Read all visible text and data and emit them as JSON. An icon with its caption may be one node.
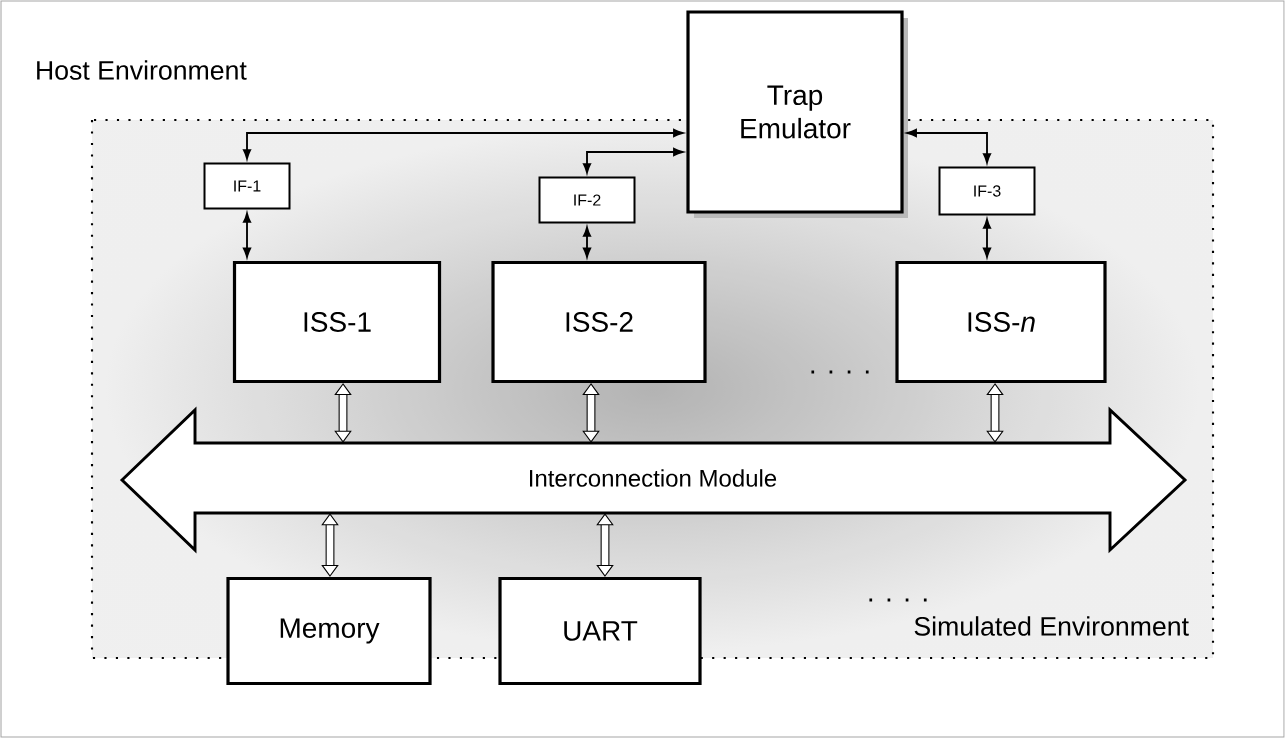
{
  "diagram": {
    "nodes": [
      {
        "text": [
          "Host Environment"
        ]
      },
      {
        "text": [
          "Simulated Environment"
        ],
        "in": 0
      },
      {
        "text": [
          "Trap Emulator"
        ],
        "in": 0
      },
      {
        "text": [
          "IF-1"
        ],
        "in": 1
      },
      {
        "text": [
          "IF-2"
        ],
        "in": 1
      },
      {
        "text": [
          "IF-3"
        ],
        "in": 1
      },
      {
        "text": [
          "ISS-1"
        ],
        "in": 1
      },
      {
        "text": [
          "ISS-2"
        ],
        "in": 1
      },
      {
        "text": [
          "ISS-*n*"
        ],
        "in": 1
      },
      {
        "text": [
          "Interconnection Module"
        ],
        "in": 1
      },
      {
        "text": [
          "Memory"
        ],
        "in": 0
      },
      {
        "text": [
          "UART"
        ],
        "in": 0
      }
    ],
    "edges": [
      {
        "from": 3,
        "to": 2,
        "arrow": "both"
      },
      {
        "from": 4,
        "to": 2,
        "arrow": "both"
      },
      {
        "from": 5,
        "to": 2,
        "arrow": "both"
      },
      {
        "from": 3,
        "to": 6,
        "arrow": "both"
      },
      {
        "from": 4,
        "to": 7,
        "arrow": "both"
      },
      {
        "from": 5,
        "to": 8,
        "arrow": "both"
      },
      {
        "from": 6,
        "to": 9,
        "arrow": "both",
        "style": "thick"
      },
      {
        "from": 7,
        "to": 9,
        "arrow": "both",
        "style": "thick"
      },
      {
        "from": 8,
        "to": 9,
        "arrow": "both",
        "style": "thick"
      },
      {
        "from": 9,
        "to": 10,
        "arrow": "both",
        "style": "thick"
      },
      {
        "from": 9,
        "to": 11,
        "arrow": "both",
        "style": "thick"
      }
    ],
    "labels": [
      ". . . .",
      ". . . ."
    ]
  }
}
